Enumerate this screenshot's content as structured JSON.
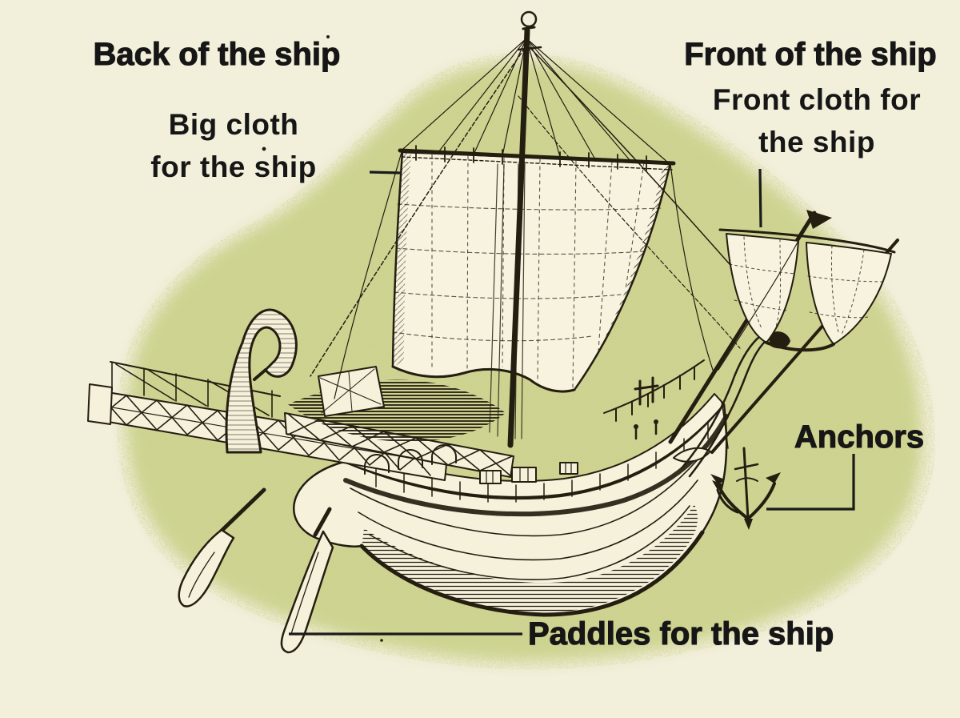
{
  "colors": {
    "background": "#f2efda",
    "tint_olive": "#cbd18b",
    "ink": "#241e11",
    "text": "#161616"
  },
  "labels": {
    "back_of_ship": "Back of the ship",
    "big_cloth": {
      "line1": "Big cloth",
      "line2": "for the ship"
    },
    "front_of_ship": "Front of the ship",
    "front_cloth": {
      "line1": "Front cloth for",
      "line2": "the ship"
    },
    "anchors": "Anchors",
    "paddles": "Paddles for the ship"
  }
}
